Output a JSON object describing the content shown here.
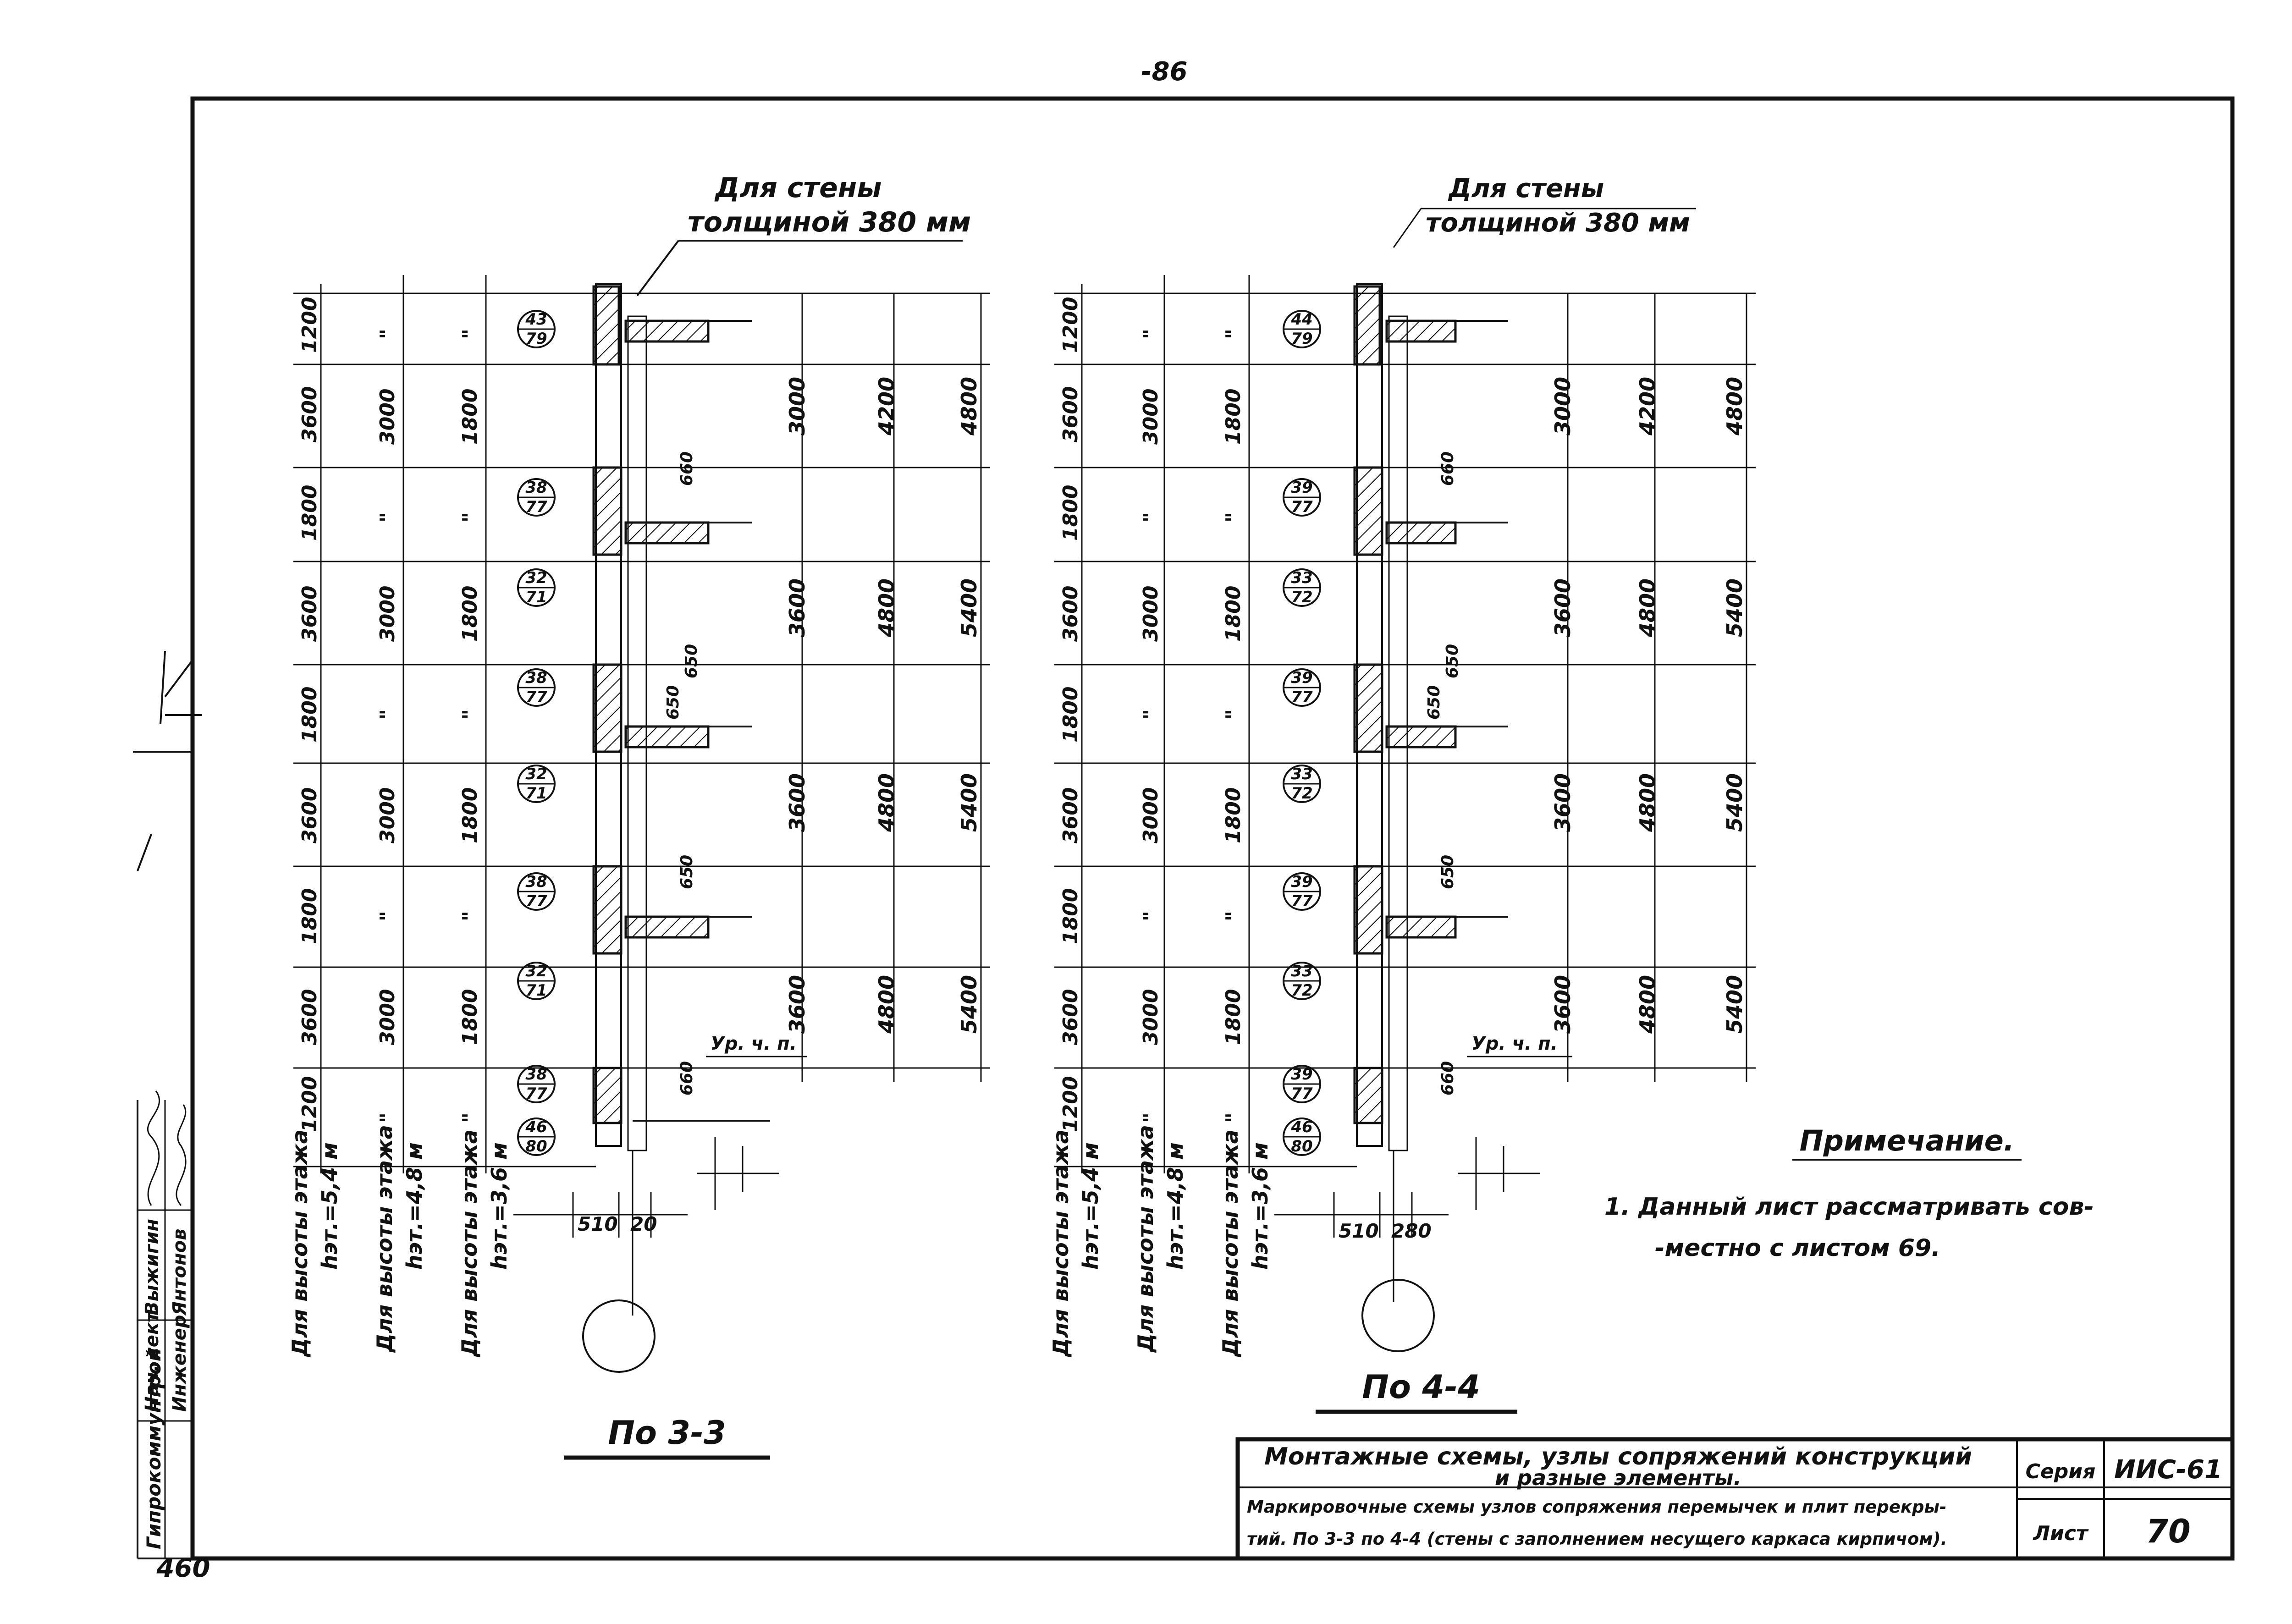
{
  "page_number_top": "-86",
  "page_number_bottom": "460",
  "left_strip": {
    "organization": "Гипрокоммунтрой",
    "roles": [
      "Нач. сект.",
      "Инженер",
      "Выжигин",
      "Янтонов"
    ]
  },
  "callout": {
    "line1": "Для стены",
    "line2": "толщиной 380 мм"
  },
  "levels_label": "Ур. ч. п.",
  "height_labels": [
    {
      "title": "Для высоты этажа",
      "value": "hэт.=5,4 м"
    },
    {
      "title": "Для высоты этажа",
      "value": "hэт.=4,8 м"
    },
    {
      "title": "Для высоты этажа",
      "value": "hэт.=3,6 м"
    }
  ],
  "col_rows_a": [
    "1200",
    "3600",
    "1800",
    "3600",
    "1800",
    "3600",
    "1800",
    "3600",
    "1200"
  ],
  "col_rows_b": [
    "\"",
    "3000",
    "\"",
    "3000",
    "\"",
    "3000",
    "\"",
    "3000",
    "\""
  ],
  "col_rows_c": [
    "\"",
    "1800",
    "\"",
    "1800",
    "\"",
    "1800",
    "\"",
    "1800",
    "\""
  ],
  "floor_dims_1": [
    "3000",
    "3600",
    "3600",
    "3600"
  ],
  "floor_dims_2": [
    "4200",
    "4800",
    "4800",
    "4800"
  ],
  "floor_dims_3": [
    "4800",
    "5400",
    "5400",
    "5400"
  ],
  "small_dims": [
    "660",
    "650",
    "650",
    "650",
    "660"
  ],
  "section_3": {
    "title": "По 3-3",
    "nodes": [
      [
        "43",
        "79"
      ],
      [
        "38",
        "77"
      ],
      [
        "32",
        "71"
      ],
      [
        "38",
        "77"
      ],
      [
        "32",
        "71"
      ],
      [
        "38",
        "77"
      ],
      [
        "32",
        "71"
      ],
      [
        "38",
        "77"
      ],
      [
        "46",
        "80"
      ]
    ],
    "bottom_dims": [
      "510",
      "20"
    ]
  },
  "section_4": {
    "title": "По 4-4",
    "nodes": [
      [
        "44",
        "79"
      ],
      [
        "39",
        "77"
      ],
      [
        "33",
        "72"
      ],
      [
        "39",
        "77"
      ],
      [
        "33",
        "72"
      ],
      [
        "39",
        "77"
      ],
      [
        "33",
        "72"
      ],
      [
        "39",
        "77"
      ],
      [
        "46",
        "80"
      ]
    ],
    "bottom_dims": [
      "510",
      "280"
    ]
  },
  "note": {
    "title": "Примечание.",
    "line1": "1. Данный лист рассматривать сов-",
    "line2": "-местно с листом 69."
  },
  "title_block": {
    "main_title_1": "Монтажные схемы, узлы сопряжений конструкций",
    "main_title_2": "и разные элементы.",
    "sub_title_1": "Маркировочные схемы узлов сопряжения перемычек и плит перекры-",
    "sub_title_2": "тий. По 3-3 по 4-4 (стены с заполнением несущего каркаса кирпичом).",
    "series_label": "Серия",
    "series_value": "ИИС-61",
    "sheet_label": "Лист",
    "sheet_value": "70"
  }
}
